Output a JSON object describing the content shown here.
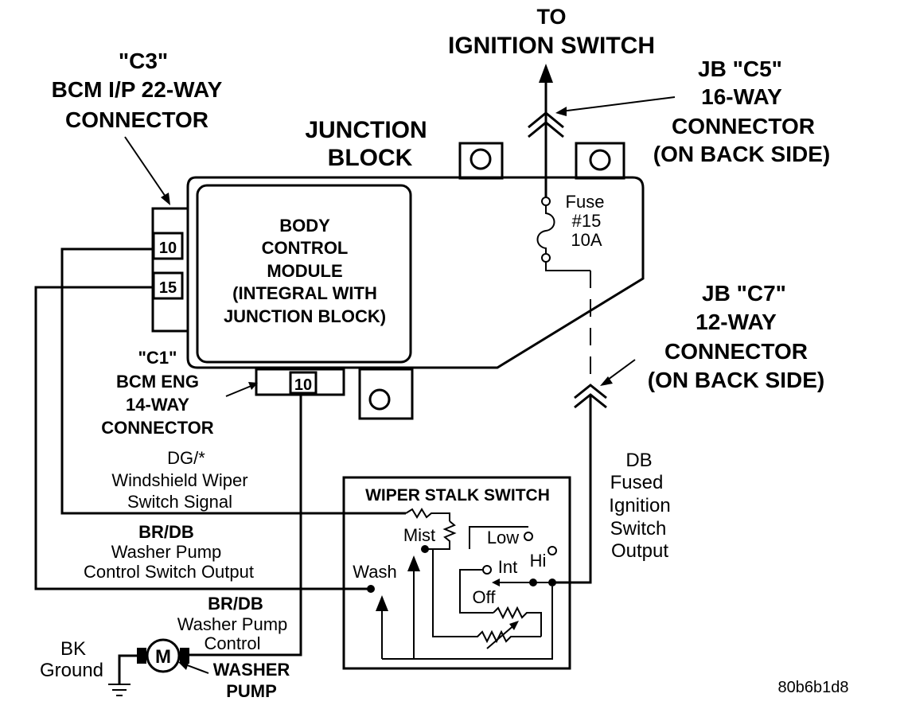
{
  "labels": {
    "to_ignition": [
      "TO",
      "IGNITION SWITCH"
    ],
    "c3": [
      "\"C3\"",
      "BCM I/P 22-WAY",
      "CONNECTOR"
    ],
    "junction_block": [
      "JUNCTION",
      "BLOCK"
    ],
    "c5": [
      "JB \"C5\"",
      "16-WAY",
      "CONNECTOR",
      "(ON BACK SIDE)"
    ],
    "bcm": [
      "BODY",
      "CONTROL",
      "MODULE",
      "(INTEGRAL WITH",
      "JUNCTION BLOCK)"
    ],
    "fuse": [
      "Fuse",
      "#15",
      "10A"
    ],
    "c7": [
      "JB \"C7\"",
      "12-WAY",
      "CONNECTOR",
      "(ON BACK SIDE)"
    ],
    "c1": [
      "\"C1\"",
      "BCM ENG",
      "14-WAY",
      "CONNECTOR"
    ],
    "wiper_signal": [
      "DG/*",
      "Windshield Wiper",
      "Switch Signal"
    ],
    "washer_output": [
      "BR/DB",
      "Washer Pump",
      "Control Switch Output"
    ],
    "washer_control": [
      "BR/DB",
      "Washer Pump",
      "Control"
    ],
    "fused_ignition": [
      "DB",
      "Fused",
      "Ignition",
      "Switch",
      "Output"
    ],
    "wiper_stalk": "WIPER STALK SWITCH",
    "mist": "Mist",
    "low": "Low",
    "hi": "Hi",
    "int": "Int",
    "off": "Off",
    "wash": "Wash",
    "ground": [
      "BK",
      "Ground"
    ],
    "motor": "M",
    "washer_pump": [
      "WASHER",
      "PUMP"
    ],
    "pins": {
      "c3_top": "10",
      "c3_bottom": "15",
      "c1": "10"
    },
    "code": "80b6b1d8"
  }
}
